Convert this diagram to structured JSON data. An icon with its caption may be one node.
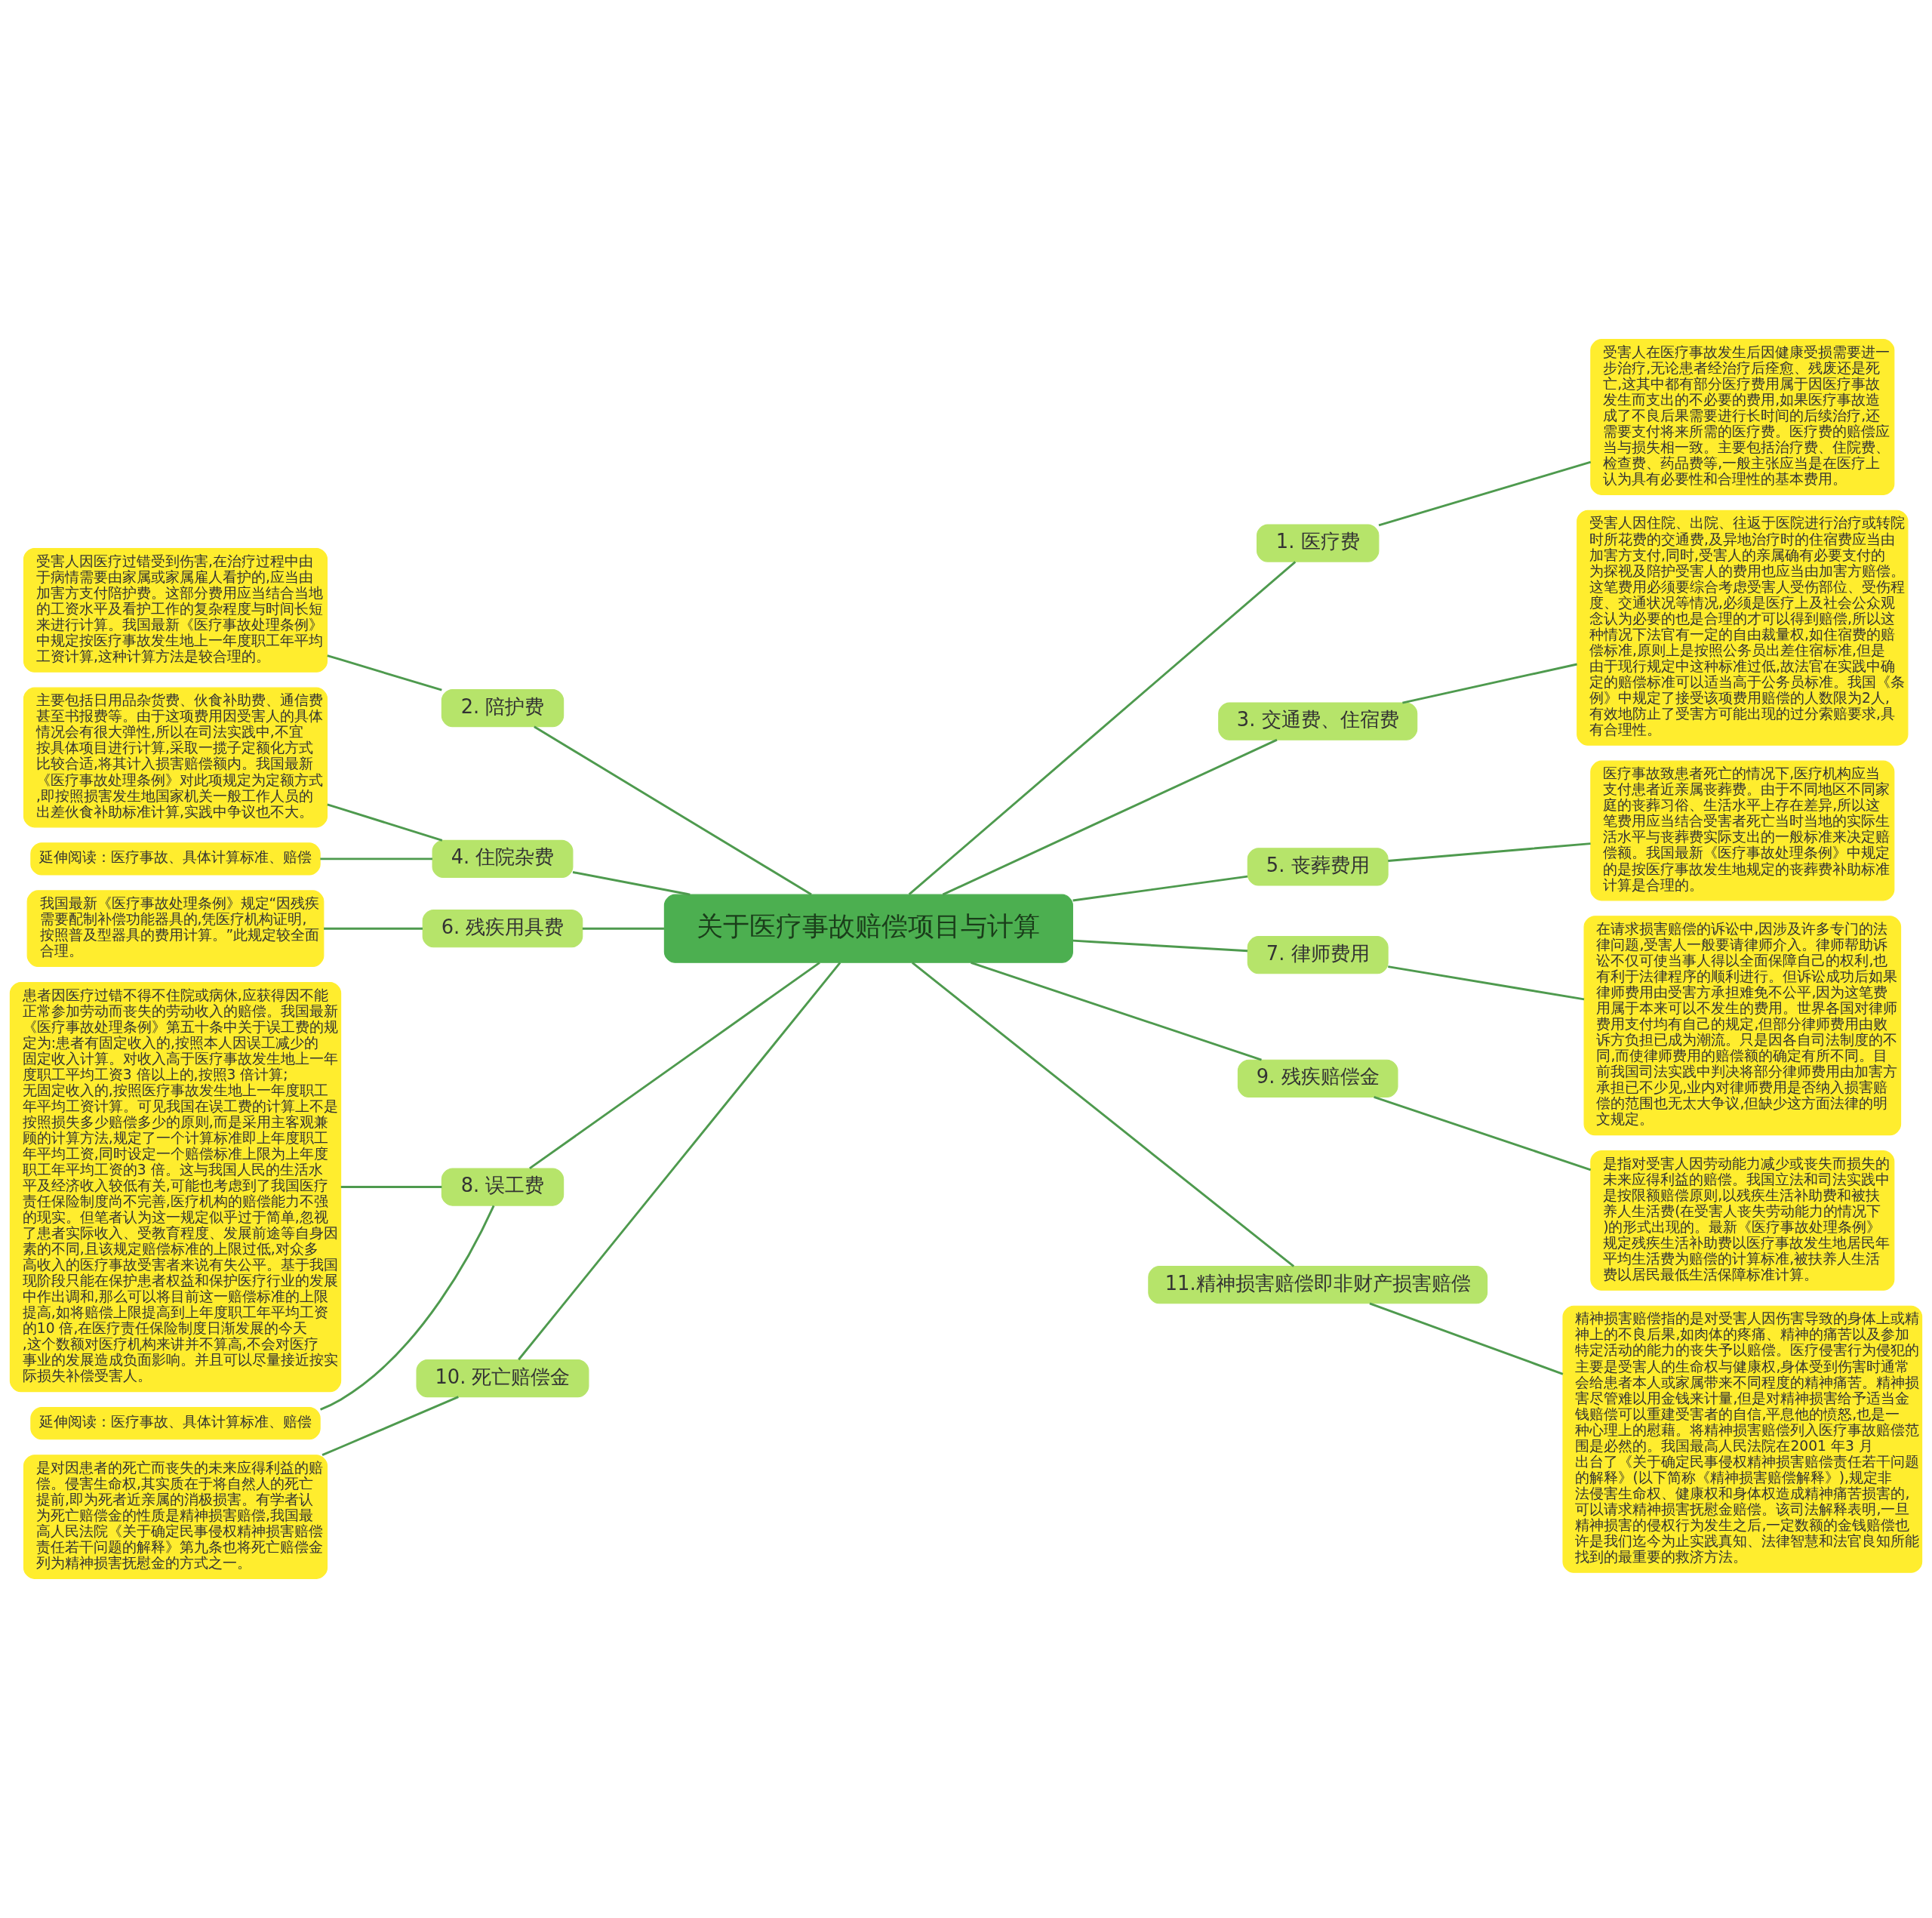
{
  "diagram": {
    "nodes": [
      {
        "text": [
          "关于医疗事故赔偿项目与计算"
        ]
      },
      {
        "text": [
          "1. 医疗费"
        ]
      },
      {
        "text": [
          "受害人在医疗事故发生后因健康受损需要进一步治疗,无论患者经治疗后痊愈、残废还是死亡,这其中都有部分医疗费用属于因医疗事故发生而支出的不必要的费用,如果医疗事故造成了不良后果需要进行长时间的后续治疗,还需要支付将来所需的医疗费。医疗费的赔偿应当与损失相一致。主要包括治疗费、住院费、检查费、药品费等,一般主张应当是在医疗上认为具有必要性和合理性的基本费用。"
        ]
      },
      {
        "text": [
          "2. 陪护费"
        ]
      },
      {
        "text": [
          "受害人因医疗过错受到伤害,在治疗过程中由于病情需要由家属或家属雇人看护的,应当由加害方支付陪护费。这部分费用应当结合当地的工资水平及看护工作的复杂程度与时间长短来进行计算。我国最新《医疗事故处理条例》中规定按医疗事故发生地上一年度职工年平均工资计算,这种计算方法是较合理的。"
        ]
      },
      {
        "text": [
          "3. 交通费、住宿费"
        ]
      },
      {
        "text": [
          "受害人因住院、出院、往返于医院进行治疗或转院时所花费的交通费,及异地治疗时的住宿费应当由加害方支付,同时,受害人的亲属确有必要支付的为探视及陪护受害人的费用也应当由加害方赔偿。这笔费用必须要综合考虑受害人受伤部位、受伤程度、交通状况等情况,必须是医疗上及社会公众观念认为必要的也是合理的才可以得到赔偿,所以这种情况下法官有一定的自由裁量权,如住宿费的赔偿标准,原则上是按照公务员出差住宿标准,但是由于现行规定中这种标准过低,故法官在实践中确定的赔偿标准可以适当高于公务员标准。我国《条例》中规定了接受该项费用赔偿的人数限为2人,有效地防止了受害方可能出现的过分索赔要求,具有合理性。"
        ]
      },
      {
        "text": [
          "4. 住院杂费"
        ]
      },
      {
        "text": [
          "主要包括日用品杂货费、伙食补助费、通信费甚至书报费等。由于这项费用因受害人的具体情况会有很大弹性,所以在司法实践中,不宜按具体项目进行计算,采取一揽子定额化方式比较合适,将其计入损害赔偿额内。我国最新《医疗事故处理条例》对此项规定为定额方式,即按照损害发生地国家机关一般工作人员的出差伙食补助标准计算,实践中争议也不大。"
        ]
      },
      {
        "text": [
          "延伸阅读：医疗事故、具体计算标准、赔偿"
        ]
      },
      {
        "text": [
          "5. 丧葬费用"
        ]
      },
      {
        "text": [
          "医疗事故致患者死亡的情况下,医疗机构应当支付患者近亲属丧葬费。由于不同地区不同家庭的丧葬习俗、生活水平上存在差异,所以这笔费用应当结合受害者死亡当时当地的实际生活水平与丧葬费实际支出的一般标准来决定赔偿额。我国最新《医疗事故处理条例》中规定的是按医疗事故发生地规定的丧葬费补助标准计算是合理的。"
        ]
      },
      {
        "text": [
          "6. 残疾用具费"
        ]
      },
      {
        "text": [
          "我国最新《医疗事故处理条例》规定“因残疾需要配制补偿功能器具的,凭医疗机构证明,按照普及型器具的费用计算。”此规定较全面合理。"
        ]
      },
      {
        "text": [
          "7. 律师费用"
        ]
      },
      {
        "text": [
          "在请求损害赔偿的诉讼中,因涉及许多专门的法律问题,受害人一般要请律师介入。律师帮助诉讼不仅可使当事人得以全面保障自己的权利,也有利于法律程序的顺利进行。但诉讼成功后如果律师费用由受害方承担难免不公平,因为这笔费用属于本来可以不发生的费用。世界各国对律师费用支付均有自己的规定,但部分律师费用由败诉方负担已成为潮流。只是因各自司法制度的不同,而使律师费用的赔偿额的确定有所不同。目前我国司法实践中判决将部分律师费用由加害方承担已不少见,业内对律师费用是否纳入损害赔偿的范围也无太大争议,但缺少这方面法律的明文规定。"
        ]
      },
      {
        "text": [
          "8. 误工费"
        ]
      },
      {
        "text": [
          "患者因医疗过错不得不住院或病休,应获得因不能正常参加劳动而丧失的劳动收入的赔偿。我国最新《医疗事故处理条例》第五十条中关于误工费的规定为:患者有固定收入的,按照本人因误工减少的固定收入计算。对收入高于医疗事故发生地上一年度职工平均工资3 倍以上的,按照3 倍计算;无固定收入的,按照医疗事故发生地上一年度职工年平均工资计算。可见我国在误工费的计算上不是按照损失多少赔偿多少的原则,而是采用主客观兼顾的计算方法,规定了一个计算标准即上年度职工年平均工资,同时设定一个赔偿标准上限为上年度职工年平均工资的3 倍。这与我国人民的生活水平及经济收入较低有关,可能也考虑到了我国医疗责任保险制度尚不完善,医疗机构的赔偿能力不强的现实。但笔者认为这一规定似乎过于简单,忽视了患者实际收入、受教育程度、发展前途等自身因素的不同,且该规定赔偿标准的上限过低,对众多高收入的医疗事故受害者来说有失公平。基于我国现阶段只能在保护患者权益和保护医疗行业的发展中作出调和,那么可以将目前这一赔偿标准的上限提高,如将赔偿上限提高到上年度职工年平均工资的10 倍,在医疗责任保险制度日渐发展的今天,这个数额对医疗机构来讲并不算高,不会对医疗事业的发展造成负面影响。并且可以尽量接近按实际损失补偿受害人。"
        ]
      },
      {
        "text": [
          "延伸阅读：医疗事故、具体计算标准、赔偿"
        ]
      },
      {
        "text": [
          "9. 残疾赔偿金"
        ]
      },
      {
        "text": [
          "是指对受害人因劳动能力减少或丧失而损失的未来应得利益的赔偿。我国立法和司法实践中是按限额赔偿原则,以残疾生活补助费和被扶养人生活费(在受害人丧失劳动能力的情况下)的形式出现的。最新《医疗事故处理条例》规定残疾生活补助费以医疗事故发生地居民年平均生活费为赔偿的计算标准,被扶养人生活费以居民最低生活保障标准计算。"
        ]
      },
      {
        "text": [
          "10. 死亡赔偿金"
        ]
      },
      {
        "text": [
          "是对因患者的死亡而丧失的未来应得利益的赔偿。侵害生命权,其实质在于将自然人的死亡提前,即为死者近亲属的消极损害。有学者认为死亡赔偿金的性质是精神损害赔偿,我国最高人民法院《关于确定民事侵权精神损害赔偿责任若干问题的解释》第九条也将死亡赔偿金列为精神损害抚慰金的方式之一。"
        ]
      },
      {
        "text": [
          "11.精神损害赔偿即非财产损害赔偿"
        ]
      },
      {
        "text": [
          "精神损害赔偿指的是对受害人因伤害导致的身体上或精神上的不良后果,如肉体的疼痛、精神的痛苦以及参加特定活动的能力的丧失予以赔偿。医疗侵害行为侵犯的主要是受害人的生命权与健康权,身体受到伤害时通常会给患者本人或家属带来不同程度的精神痛苦。精神损害尽管难以用金钱来计量,但是对精神损害给予适当金钱赔偿可以重建受害者的自信,平息他的愤怒,也是一种心理上的慰藉。将精神损害赔偿列入医疗事故赔偿范围是必然的。我国最高人民法院在2001 年3 月出台了《关于确定民事侵权精神损害赔偿责任若干问题的解释》(以下简称《精神损害赔偿解释》),规定非法侵害生命权、健康权和身体权造成精神痛苦损害的,可以请求精神损害抚慰金赔偿。该司法解释表明,一旦精神损害的侵权行为发生之后,一定数额的金钱赔偿也许是我们迄今为止实践真知、法律智慧和法官良知所能找到的最重要的救济方法。"
        ]
      }
    ],
    "edges": [
      {
        "from": 0,
        "to": 1,
        "arrow": "none"
      },
      {
        "from": 1,
        "to": 2,
        "arrow": "none"
      },
      {
        "from": 3,
        "to": 0,
        "arrow": "none"
      },
      {
        "from": 4,
        "to": 3,
        "arrow": "none"
      },
      {
        "from": 0,
        "to": 5,
        "arrow": "none"
      },
      {
        "from": 5,
        "to": 6,
        "arrow": "none"
      },
      {
        "from": 7,
        "to": 0,
        "arrow": "none"
      },
      {
        "from": 8,
        "to": 7,
        "arrow": "none"
      },
      {
        "from": 9,
        "to": 7,
        "arrow": "none"
      },
      {
        "from": 0,
        "to": 10,
        "arrow": "none"
      },
      {
        "from": 10,
        "to": 11,
        "arrow": "none"
      },
      {
        "from": 12,
        "to": 0,
        "arrow": "none"
      },
      {
        "from": 13,
        "to": 12,
        "arrow": "none"
      },
      {
        "from": 0,
        "to": 14,
        "arrow": "none"
      },
      {
        "from": 14,
        "to": 15,
        "arrow": "none"
      },
      {
        "from": 16,
        "to": 0,
        "arrow": "none"
      },
      {
        "from": 17,
        "to": 16,
        "arrow": "none"
      },
      {
        "from": 18,
        "to": 16,
        "arrow": "none"
      },
      {
        "from": 0,
        "to": 19,
        "arrow": "none"
      },
      {
        "from": 19,
        "to": 20,
        "arrow": "none"
      },
      {
        "from": 21,
        "to": 0,
        "arrow": "none"
      },
      {
        "from": 22,
        "to": 21,
        "arrow": "none"
      },
      {
        "from": 0,
        "to": 23,
        "arrow": "none"
      },
      {
        "from": 23,
        "to": 24,
        "arrow": "none"
      }
    ]
  }
}
